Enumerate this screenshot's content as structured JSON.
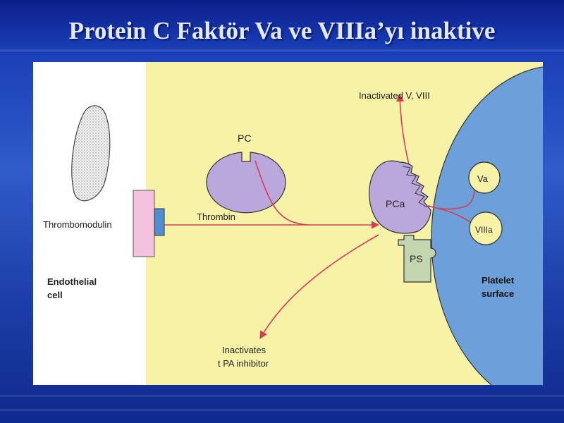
{
  "slide": {
    "title": "Protein C Faktör Va ve VIIIa’yı inaktive"
  },
  "diagram": {
    "nodes": {
      "pc": "PC",
      "pca": "PCa",
      "ps": "PS",
      "va": "Va",
      "viiia": "VIIIa"
    },
    "labels": {
      "thrombomodulin": "Thrombomodulin",
      "thrombin": "Thrombin",
      "endothelial_line1": "Endothelial",
      "endothelial_line2": "cell",
      "platelet_line1": "Platelet",
      "platelet_line2": "surface",
      "inactivated": "Inactivated V, VIII",
      "tpa_line1": "Inactivates",
      "tpa_line2": "t PA inhibitor"
    },
    "colors": {
      "background": "#f7f2a6",
      "endothelial": "#ffffff",
      "platelet": "#6d9fd8",
      "pc": "#b9a8d9",
      "ps": "#c3d6b0",
      "factor": "#f7f2a6",
      "thrombomodulin": "#f5c2dd",
      "thrombin_receptor": "#4f8fd0",
      "arrow": "#d83c5c"
    }
  }
}
